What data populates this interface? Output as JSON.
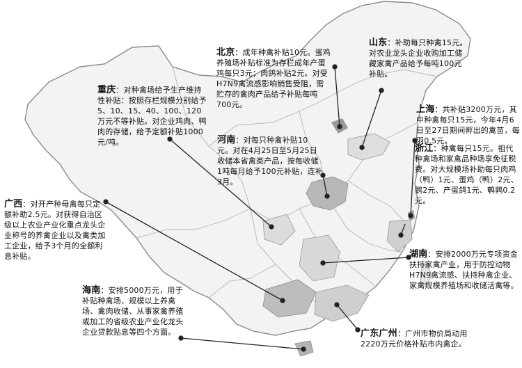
{
  "notes": {
    "beijing": {
      "title": "北京",
      "body": "：成年种禽补贴10元。蛋鸡养殖场补贴标准为存栏成年产蛋鸡每只3元；肉鸽补贴2元。对受H7N9禽流感影响销售受阻，需贮存的禽肉产品给予补贴每吨700元。"
    },
    "shandong": {
      "title": "山东",
      "body": "：补助每只种禽15元。对农业龙头企业收购加工储藏家禽产品给予每吨100元补贴。"
    },
    "chongqing": {
      "title": "重庆",
      "body": "：对种禽场给予生产维持性补贴：按照存栏规模分别给予5、10、15、40、100、120万元不等补贴。对企业鸡肉、鸭肉的存储，给予定额补贴1000元/吨。"
    },
    "shanghai": {
      "title": "上海",
      "body": "：共补贴3200万元，其中种禽每只15元，今年4月6日至27日期间孵出的禽苗，每羽0.5元。"
    },
    "henan": {
      "title": "河南",
      "body": "：对每只种禽补贴10元。对在4月25日至5月25日收储本省禽类产品，按每收储1吨每月给予100元补贴，连补3月。"
    },
    "zhejiang": {
      "title": "浙江",
      "body": "：种禽每只15元。祖代种禽场和家禽品种场享免征税费。对大规模场补助每只肉鸡（鸭）1元、蛋鸡（鸭）2元、鹅2元、产蛋鸽1元、鹌鹑0.2元。"
    },
    "guangxi": {
      "title": "广西",
      "body": "：对开产种母禽每只定额补助2.5元。对获得自治区级以上农业产业化重点龙头企业称号的养禽企业以及禽类加工企业，给予3个月的全额利息补贴。"
    },
    "hunan": {
      "title": "湖南",
      "body": "：安排2000万元专项资金扶持家禽产业，用于防控动物H7N9禽流感、扶持种禽企业、家禽规模养殖场和收储活禽等。"
    },
    "hainan": {
      "title": "海南",
      "body": "：安排5000万元，用于补贴种禽场、规模以上养禽场、禽肉收储、从事家禽养殖或加工的省级农业产业化龙头企业贷款贴息等四个方面。"
    },
    "guangzhou": {
      "title": "广东广州",
      "body": "：广州市物价局动用2220万元价格补贴市内禽企。"
    }
  }
}
